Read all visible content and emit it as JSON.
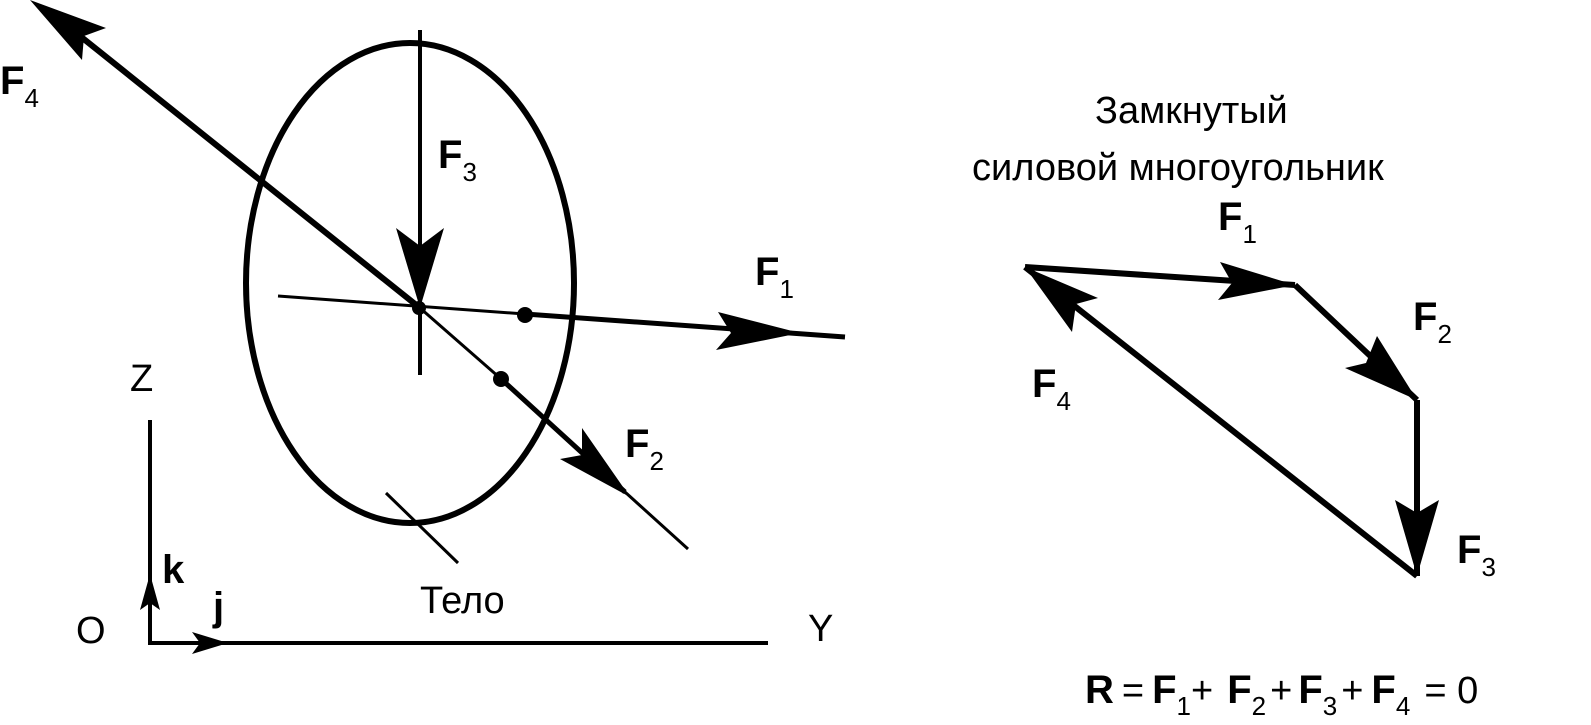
{
  "labels": {
    "F": "F",
    "sub1": "1",
    "sub2": "2",
    "sub3": "3",
    "sub4": "4",
    "axis_z": "Z",
    "axis_y": "Y",
    "origin": "O",
    "unit_k": "k",
    "unit_j": "j",
    "body": "Тело",
    "polygon_title_line1": "Замкнутый",
    "polygon_title_line2": "силовой многоугольник"
  },
  "equation": {
    "R": "R",
    "eq": "=",
    "plus": "+",
    "rhs": "= 0"
  }
}
